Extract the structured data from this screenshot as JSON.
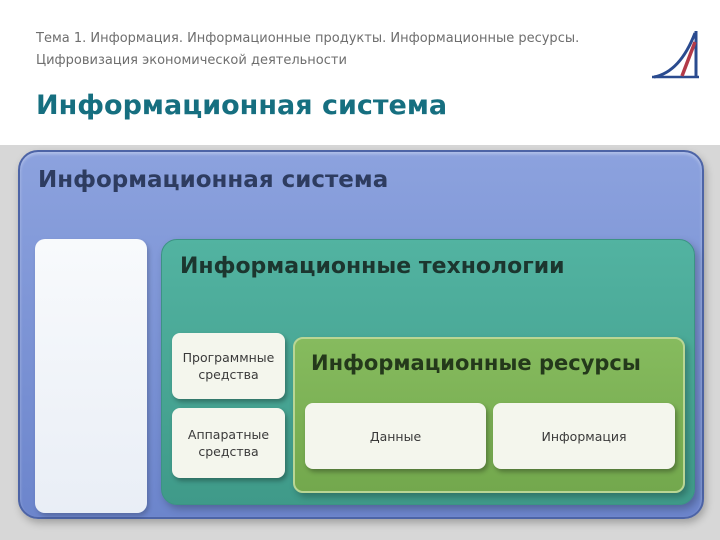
{
  "header": {
    "line1": "Тема 1. Информация. Информационные продукты. Информационные ресурсы.",
    "line2": "Цифровизация экономической деятельности"
  },
  "title": "Информационная система",
  "diagram": {
    "system_label": "Информационная система",
    "technologies_label": "Информационные технологии",
    "software_label": "Программные средства",
    "hardware_label": "Аппаратные средства",
    "resources_label": "Информационные ресурсы",
    "data_label": "Данные",
    "information_label": "Информация"
  },
  "colors": {
    "title_accent": "#166f80",
    "header_text": "#6e6e6e",
    "outer_box_blue": "#7591d4",
    "outer_box_border": "#4d64a6",
    "technologies_teal": "#47a795",
    "resources_green": "#7cb257",
    "inner_box_white": "#f4f6ed",
    "slide_background_gray": "#d7d7d7",
    "logo_blue": "#2a4b8f",
    "logo_red": "#b23a48"
  }
}
